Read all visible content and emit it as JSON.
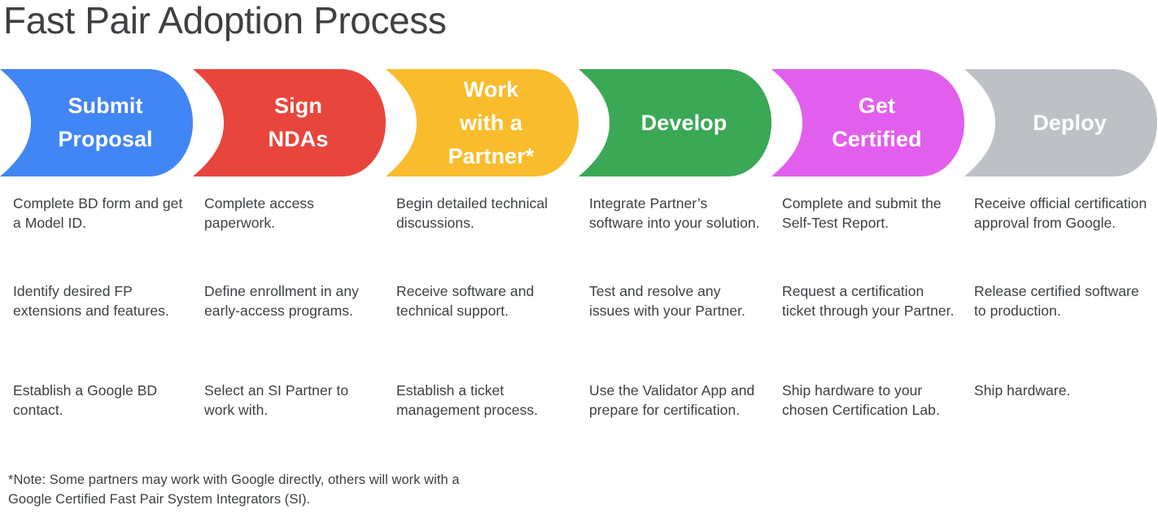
{
  "title": "Fast Pair Adoption Process",
  "colors": {
    "blue": "#4285F4",
    "red": "#E8453C",
    "yellow": "#F9BC2C",
    "green": "#3BA856",
    "magenta": "#E25FED",
    "gray": "#BDC1C6",
    "text": "#3c4043",
    "title": "#3f4043",
    "label": "#FFFFFF"
  },
  "stages": [
    {
      "id": "submit-proposal",
      "color_key": "blue",
      "color": "#4285F4",
      "label_lines": [
        "Submit",
        "Proposal"
      ],
      "bullets": [
        "Complete BD form and get a Model ID.",
        "Identify desired FP extensions and features.",
        "Establish a Google BD contact."
      ]
    },
    {
      "id": "sign-ndas",
      "color_key": "red",
      "color": "#E8453C",
      "label_lines": [
        "Sign",
        "NDAs"
      ],
      "bullets": [
        "Complete access paperwork.",
        "Define enrollment in any early-access programs.",
        "Select an SI Partner to work with."
      ]
    },
    {
      "id": "work-with-a-partner",
      "color_key": "yellow",
      "color": "#F9BC2C",
      "label_lines": [
        "Work",
        "with a",
        "Partner*"
      ],
      "bullets": [
        "Begin detailed technical discussions.",
        "Receive software and technical support.",
        "Establish a ticket management process."
      ]
    },
    {
      "id": "develop",
      "color_key": "green",
      "color": "#3BA856",
      "label_lines": [
        "Develop"
      ],
      "bullets": [
        "Integrate Partner’s software into your solution.",
        "Test and resolve any issues with your Partner.",
        "Use the Validator App and prepare for certification."
      ]
    },
    {
      "id": "get-certified",
      "color_key": "magenta",
      "color": "#E25FED",
      "label_lines": [
        "Get",
        "Certified"
      ],
      "bullets": [
        "Complete and submit the Self-Test Report.",
        "Request a certification ticket through your Partner.",
        "Ship hardware to your chosen Certification Lab."
      ]
    },
    {
      "id": "deploy",
      "color_key": "gray",
      "color": "#BDC1C6",
      "label_lines": [
        "Deploy"
      ],
      "bullets": [
        "Receive official certification approval from Google.",
        "Release certified software to production.",
        "Ship hardware."
      ]
    }
  ],
  "footnote": {
    "line1": "*Note: Some partners may work with Google directly, others will work with a",
    "line2": "Google Certified Fast Pair System Integrators (SI)."
  }
}
